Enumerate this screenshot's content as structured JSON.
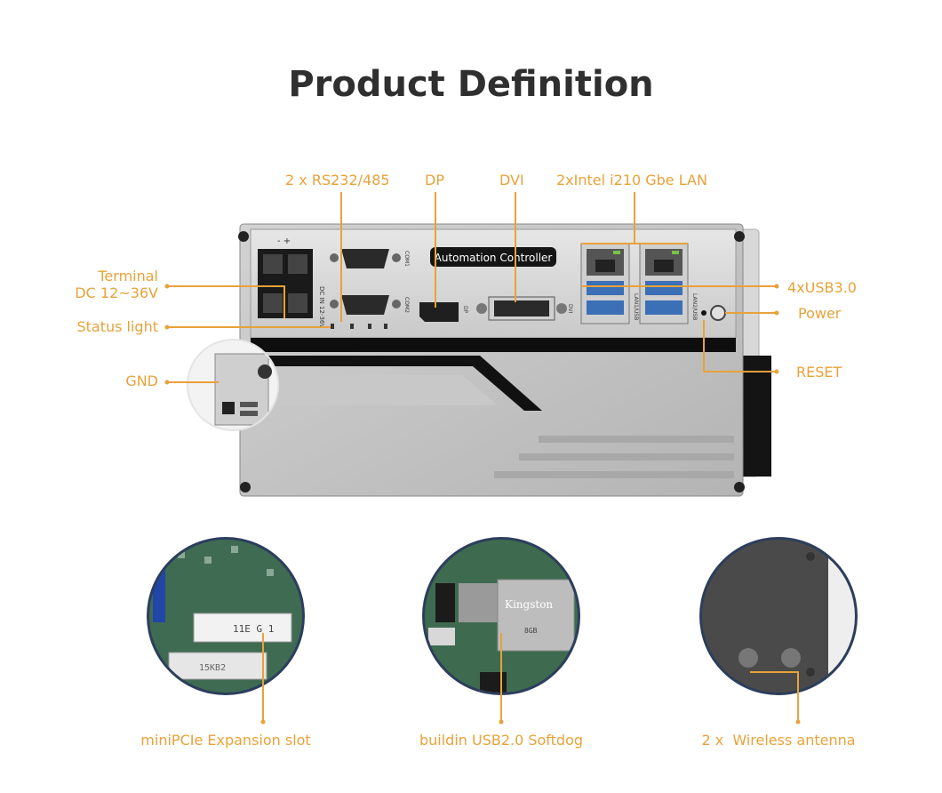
{
  "title": "Product Definition",
  "colors": {
    "accent": "#E8A23A",
    "heading": "#2F2F2F",
    "circle_border": "#2C3E5C"
  },
  "device": {
    "panel_label": "Automation Controller",
    "port_marks": {
      "terminal_top": "- +",
      "terminal_side": "DC IN 12-36V",
      "com1": "COM1",
      "com2": "COM2",
      "dp": "DP",
      "dvi": "DVI",
      "lan_usb_1": "LAN1/USB",
      "lan_usb_2": "LAN2/USB"
    }
  },
  "callouts": {
    "rs232": "2 x RS232/485",
    "dp": "DP",
    "dvi": "DVI",
    "lan": "2xIntel i210 Gbe LAN",
    "terminal_line1": "Terminal",
    "terminal_line2": "DC 12~36V",
    "usb": "4xUSB3.0",
    "power": "Power",
    "status_light": "Status light",
    "reset": "RESET",
    "gnd": "GND"
  },
  "details": [
    {
      "label": "miniPCIe Expansion slot",
      "chip_text_1": "11E G 1",
      "chip_text_2": "15KB2"
    },
    {
      "label": "buildin USB2.0 Softdog",
      "chip_text_1": "Kingston",
      "chip_text_2": "8GB"
    },
    {
      "label": "2 x  Wireless antenna"
    }
  ]
}
